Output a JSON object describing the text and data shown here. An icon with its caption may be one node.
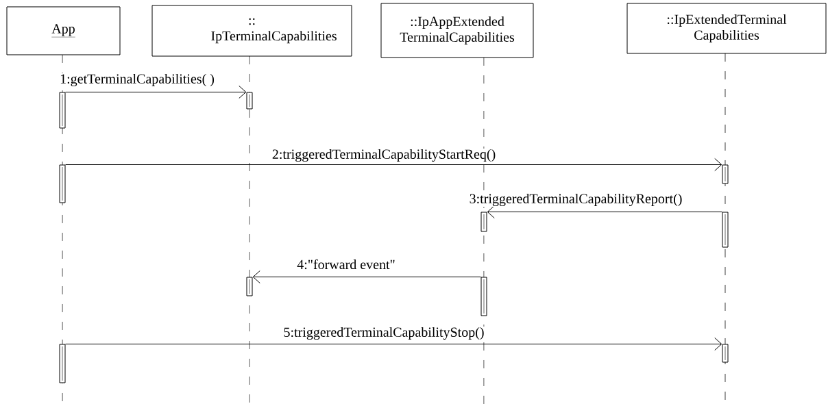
{
  "diagram": {
    "nodes": [
      {
        "text": [
          "App"
        ]
      },
      {
        "text": [
          ":: IpTerminalCapabilities"
        ]
      },
      {
        "text": [
          "::IpAppExtended TerminalCapabilities"
        ]
      },
      {
        "text": [
          "::IpExtendedTerminal Capabilities"
        ]
      },
      {
        "text": [],
        "shape": "bar"
      },
      {
        "text": [],
        "shape": "bar"
      },
      {
        "text": [],
        "shape": "bar"
      },
      {
        "text": [],
        "shape": "bar"
      },
      {
        "text": [],
        "shape": "bar"
      },
      {
        "text": [],
        "shape": "bar"
      },
      {
        "text": [],
        "shape": "bar"
      },
      {
        "text": [],
        "shape": "bar"
      },
      {
        "text": [],
        "shape": "bar"
      },
      {
        "text": [],
        "shape": "bar"
      }
    ],
    "edges": [
      {
        "from": 4,
        "to": 5,
        "arrow": "to",
        "label": "1:getTerminalCapabilities( )"
      },
      {
        "from": 6,
        "to": 7,
        "arrow": "to",
        "label": "2:triggeredTerminalCapabilityStartReq()"
      },
      {
        "from": 8,
        "to": 9,
        "arrow": "to",
        "label": "3:triggeredTerminalCapabilityReport()"
      },
      {
        "from": 10,
        "to": 11,
        "arrow": "to",
        "label": "4:\"forward event\""
      },
      {
        "from": 12,
        "to": 13,
        "arrow": "to",
        "label": "5:triggeredTerminalCapabilityStop()"
      }
    ]
  }
}
